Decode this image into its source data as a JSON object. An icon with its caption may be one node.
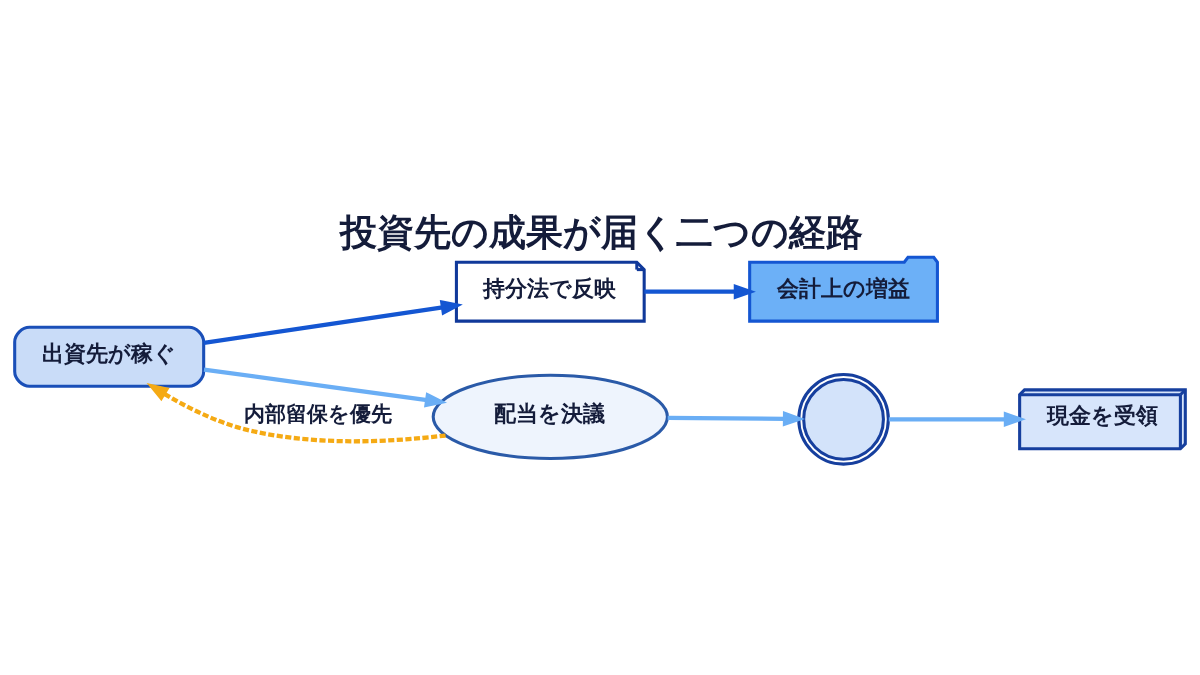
{
  "diagram": {
    "title": "投資先の成果が届く二つの経路",
    "nodes": [
      {
        "text": [
          "出資先が稼ぐ"
        ]
      },
      {
        "text": [
          "持分法で反映"
        ]
      },
      {
        "text": [
          "会計上の増益"
        ]
      },
      {
        "text": [
          "配当を決議"
        ]
      },
      {
        "text": [],
        "shape": "circle"
      },
      {
        "text": [
          "現金を受領"
        ]
      }
    ],
    "edges": [
      {
        "from": 0,
        "to": 1,
        "arrow": "to",
        "color": "#1456d2"
      },
      {
        "from": 1,
        "to": 2,
        "arrow": "to",
        "color": "#1456d2"
      },
      {
        "from": 0,
        "to": 3,
        "arrow": "to"
      },
      {
        "from": 3,
        "to": 4,
        "arrow": "to"
      },
      {
        "from": 4,
        "to": 5,
        "arrow": "to"
      },
      {
        "from": 3,
        "to": 0,
        "arrow": "to",
        "label": "内部留保を優先",
        "style": "dashed",
        "color": "#f5aa14"
      }
    ]
  }
}
